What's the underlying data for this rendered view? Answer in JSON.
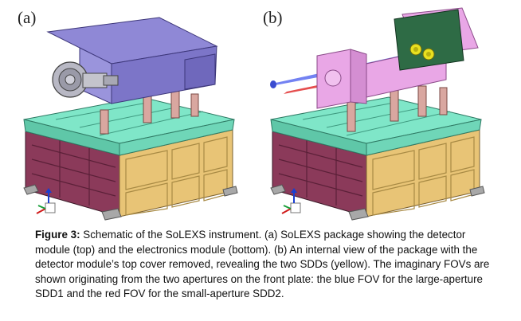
{
  "panels": {
    "a_label": "(a)",
    "b_label": "(b)"
  },
  "caption": {
    "prefix": "Figure 3:",
    "text": " Schematic of the SoLEXS instrument. (a) SoLEXS package showing the detector module (top) and the electronics module (bottom). (b) An internal view of the package with the detector module’s top cover removed, revealing the two SDDs (yellow). The imaginary FOVs are shown originating from the two apertures on the front plate: the blue FOV for the large-aperture SDD1 and the red FOV for the small-aperture SDD2."
  },
  "colors": {
    "cover_purple": "#8f88d6",
    "plate_teal": "#7fe6c8",
    "module_maroon": "#8b3a5a",
    "module_tan": "#e8c476",
    "holder_pink": "#e9a7e6",
    "pcb_green": "#2e6b45",
    "sdd_yellow": "#e8e020",
    "fov_blue": "#5a6cf0",
    "fov_red": "#e23a3a"
  }
}
